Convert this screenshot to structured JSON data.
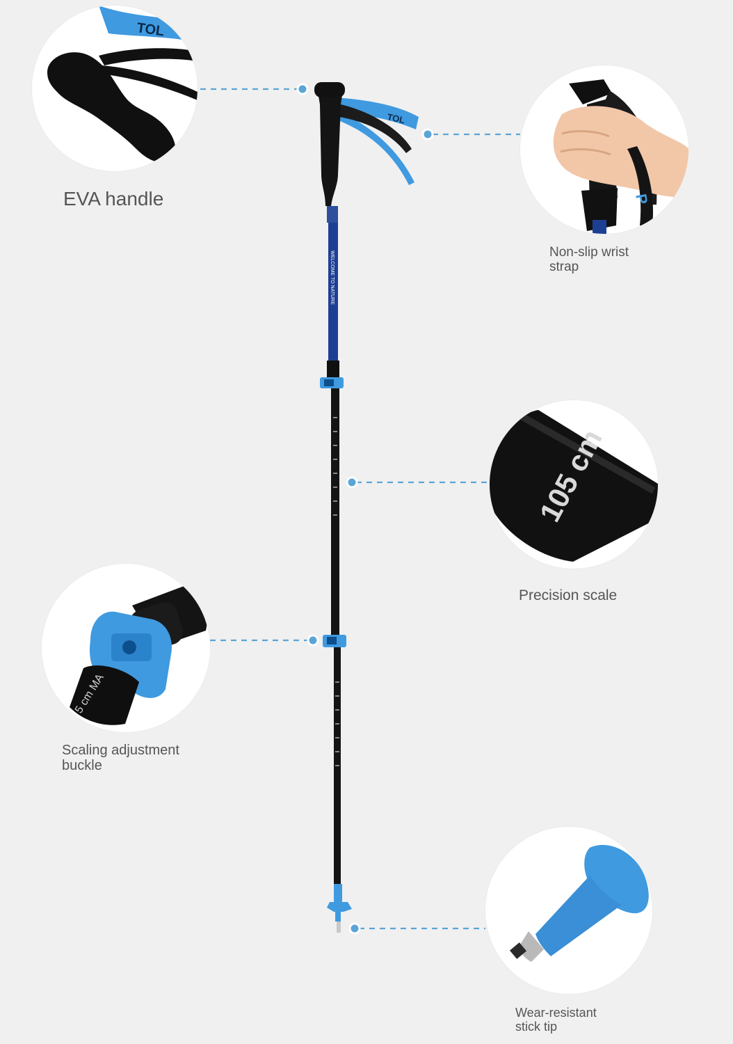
{
  "labels": {
    "eva_handle": "EVA handle",
    "wrist_strap_1": "Non-slip wrist",
    "wrist_strap_2": "strap",
    "precision_scale": "Precision scale",
    "buckle_1": "Scaling adjustment",
    "buckle_2": "buckle",
    "tip_1": "Wear-resistant",
    "tip_2": "stick tip"
  },
  "product_print": {
    "strap_logo": "TOL",
    "wrist_logo": "P",
    "shaft_text": "WELCOME TO NATURE",
    "scale_text": "105 cm",
    "buckle_text": "5 cm MA"
  },
  "colors": {
    "background": "#f0f0f0",
    "accent_blue": "#3f9ae0",
    "label_text": "#555555",
    "leader_line": "#5aa5d6"
  },
  "icons": [
    "handle-closeup",
    "wrist-strap-closeup",
    "scale-closeup",
    "buckle-closeup",
    "tip-closeup",
    "trekking-pole"
  ]
}
